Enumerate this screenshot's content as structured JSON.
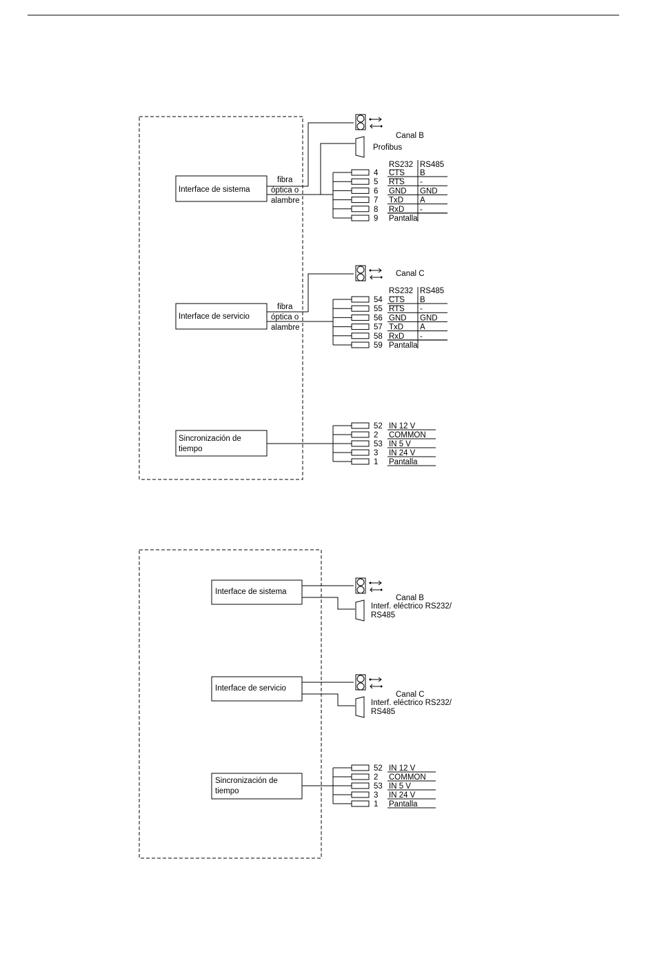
{
  "diagram1": {
    "system_block": {
      "label": "Interface de sistema",
      "medium": [
        "fibra",
        "óptica o",
        "alambre"
      ],
      "channel_label": "Canal B",
      "profibus_label": "Profibus",
      "headers": [
        "RS232",
        "RS485"
      ],
      "rows": [
        {
          "pin": "4",
          "rs232": "CTS",
          "overline": true,
          "rs485": "B"
        },
        {
          "pin": "5",
          "rs232": "RTS",
          "overline": true,
          "rs485": "-"
        },
        {
          "pin": "6",
          "rs232": "GND",
          "overline": false,
          "rs485": "GND"
        },
        {
          "pin": "7",
          "rs232": "TxD",
          "overline": false,
          "rs485": "A"
        },
        {
          "pin": "8",
          "rs232": "RxD",
          "overline": false,
          "rs485": "-"
        },
        {
          "pin": "9",
          "rs232": "Pantalla",
          "overline": false,
          "rs485": ""
        }
      ]
    },
    "service_block": {
      "label": "Interface de servicio",
      "medium": [
        "fibra",
        "óptica o",
        "alambre"
      ],
      "channel_label": "Canal C",
      "headers": [
        "RS232",
        "RS485"
      ],
      "rows": [
        {
          "pin": "54",
          "rs232": "CTS",
          "overline": true,
          "rs485": "B"
        },
        {
          "pin": "55",
          "rs232": "RTS",
          "overline": true,
          "rs485": "-"
        },
        {
          "pin": "56",
          "rs232": "GND",
          "overline": false,
          "rs485": "GND"
        },
        {
          "pin": "57",
          "rs232": "TxD",
          "overline": false,
          "rs485": "A"
        },
        {
          "pin": "58",
          "rs232": "RxD",
          "overline": false,
          "rs485": "-"
        },
        {
          "pin": "59",
          "rs232": "Pantalla",
          "overline": false,
          "rs485": ""
        }
      ]
    },
    "sync_block": {
      "label": [
        "Sincronización de",
        "tiempo"
      ],
      "rows": [
        {
          "pin": "52",
          "signal": "IN 12 V"
        },
        {
          "pin": "2",
          "signal": "COMMON"
        },
        {
          "pin": "53",
          "signal": "IN 5 V"
        },
        {
          "pin": "3",
          "signal": "IN 24 V"
        },
        {
          "pin": "1",
          "signal": "Pantalla"
        }
      ]
    }
  },
  "diagram2": {
    "system_block": {
      "label": "Interface de sistema",
      "channel_label": "Canal B",
      "connector_label": [
        "Interf. eléctrico RS232/",
        "RS485"
      ]
    },
    "service_block": {
      "label": "Interface de servicio",
      "channel_label": "Canal C",
      "connector_label": [
        "Interf. eléctrico RS232/",
        "RS485"
      ]
    },
    "sync_block": {
      "label": [
        "Sincronización de",
        "tiempo"
      ],
      "rows": [
        {
          "pin": "52",
          "signal": "IN 12 V"
        },
        {
          "pin": "2",
          "signal": "COMMON"
        },
        {
          "pin": "53",
          "signal": "IN 5 V"
        },
        {
          "pin": "3",
          "signal": "IN 24 V"
        },
        {
          "pin": "1",
          "signal": "Pantalla"
        }
      ]
    }
  }
}
